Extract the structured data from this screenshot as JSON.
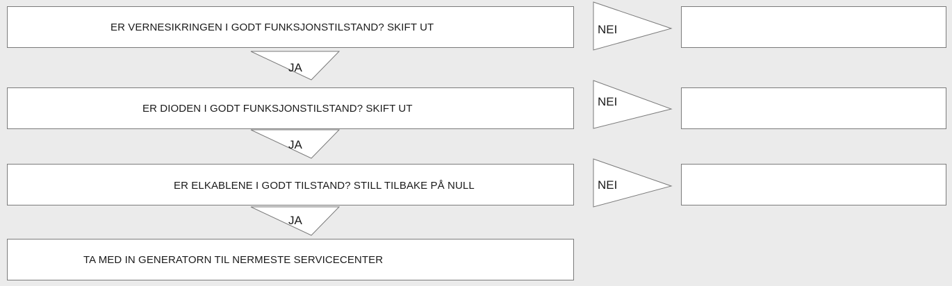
{
  "flow": {
    "questions": [
      {
        "text": "ER VERNESIKRINGEN I GODT FUNKSJONSTILSTAND? SKIFT UT",
        "no_label": "NEI",
        "no_box_text": ""
      },
      {
        "text": "ER DIODEN I GODT FUNKSJONSTILSTAND? SKIFT UT",
        "no_label": "NEI",
        "no_box_text": ""
      },
      {
        "text": "ER ELKABLENE I GODT TILSTAND? STILL TILBAKE PÅ NULL",
        "no_label": "NEI",
        "no_box_text": ""
      }
    ],
    "yes_label": "JA",
    "final": {
      "text": "TA MED IN GENERATORN TIL NERMESTE SERVICECENTER"
    }
  },
  "colors": {
    "background": "#ebebeb",
    "box_fill": "#ffffff",
    "box_stroke": "#7a7a7a",
    "text": "#1a1a1a"
  }
}
